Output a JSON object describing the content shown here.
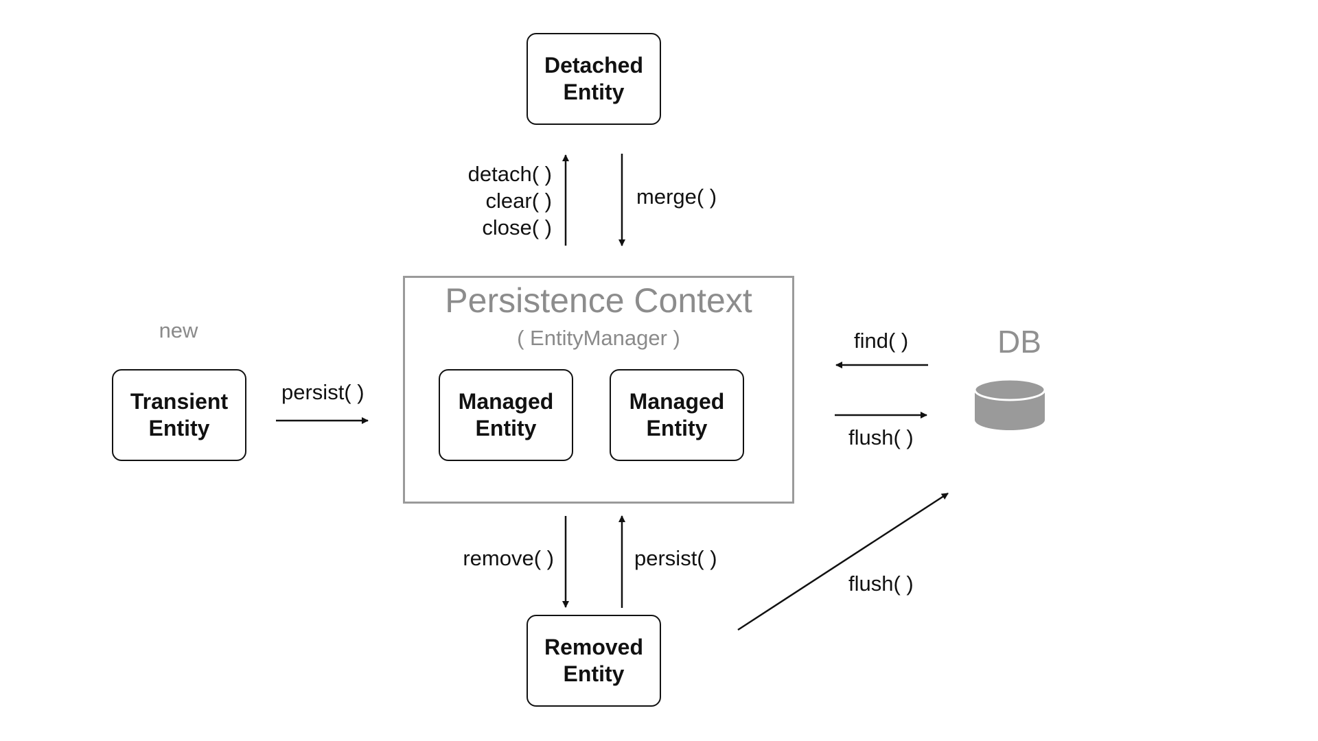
{
  "entities": {
    "detached": {
      "line1": "Detached",
      "line2": "Entity"
    },
    "transient": {
      "line1": "Transient",
      "line2": "Entity"
    },
    "managed_1": {
      "line1": "Managed",
      "line2": "Entity"
    },
    "managed_2": {
      "line1": "Managed",
      "line2": "Entity"
    },
    "removed": {
      "line1": "Removed",
      "line2": "Entity"
    }
  },
  "persistence_context": {
    "title": "Persistence Context",
    "subtitle": "( EntityManager )"
  },
  "db": {
    "label": "DB",
    "icon": "database-cylinder-icon",
    "color": "#9a9a9a"
  },
  "labels": {
    "new": "new",
    "persist_from_transient": "persist( )",
    "detach": "detach( )",
    "clear": "clear( )",
    "close": "close( )",
    "merge": "merge( )",
    "find": "find( )",
    "flush_context": "flush( )",
    "remove": "remove( )",
    "persist_from_removed": "persist( )",
    "flush_removed": "flush( )"
  },
  "colors": {
    "stroke": "#111111",
    "context_border": "#9a9a9a",
    "muted_text": "#8a8a8a"
  }
}
